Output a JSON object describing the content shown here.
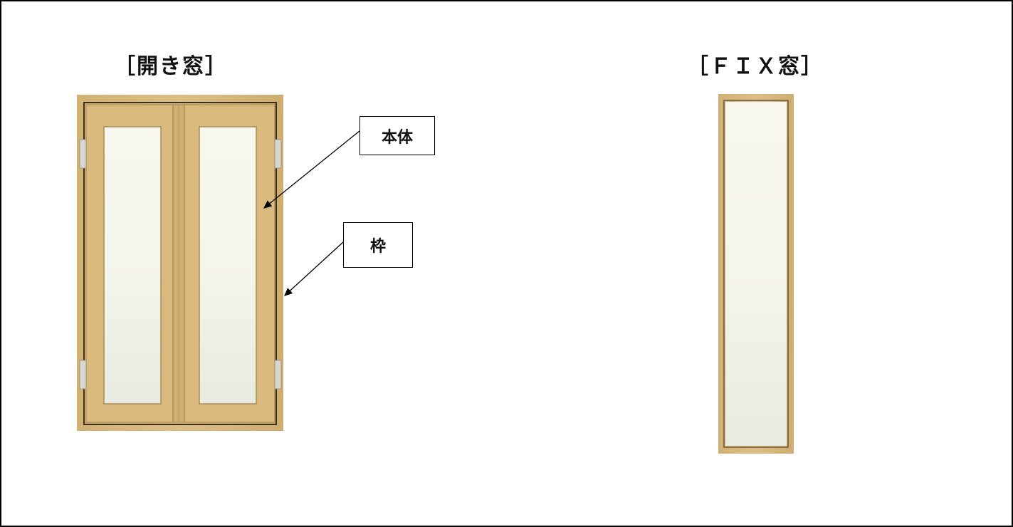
{
  "casement": {
    "title": "［開き窓］",
    "labels": {
      "sash": "本体",
      "frame": "枠"
    }
  },
  "fixed": {
    "title": "［ＦＩＸ窓］"
  },
  "colors": {
    "wood": "#d5b57a",
    "wood_dark": "#b8955a",
    "glass": "#f4f4ea",
    "hinge": "#d9d6cc"
  }
}
